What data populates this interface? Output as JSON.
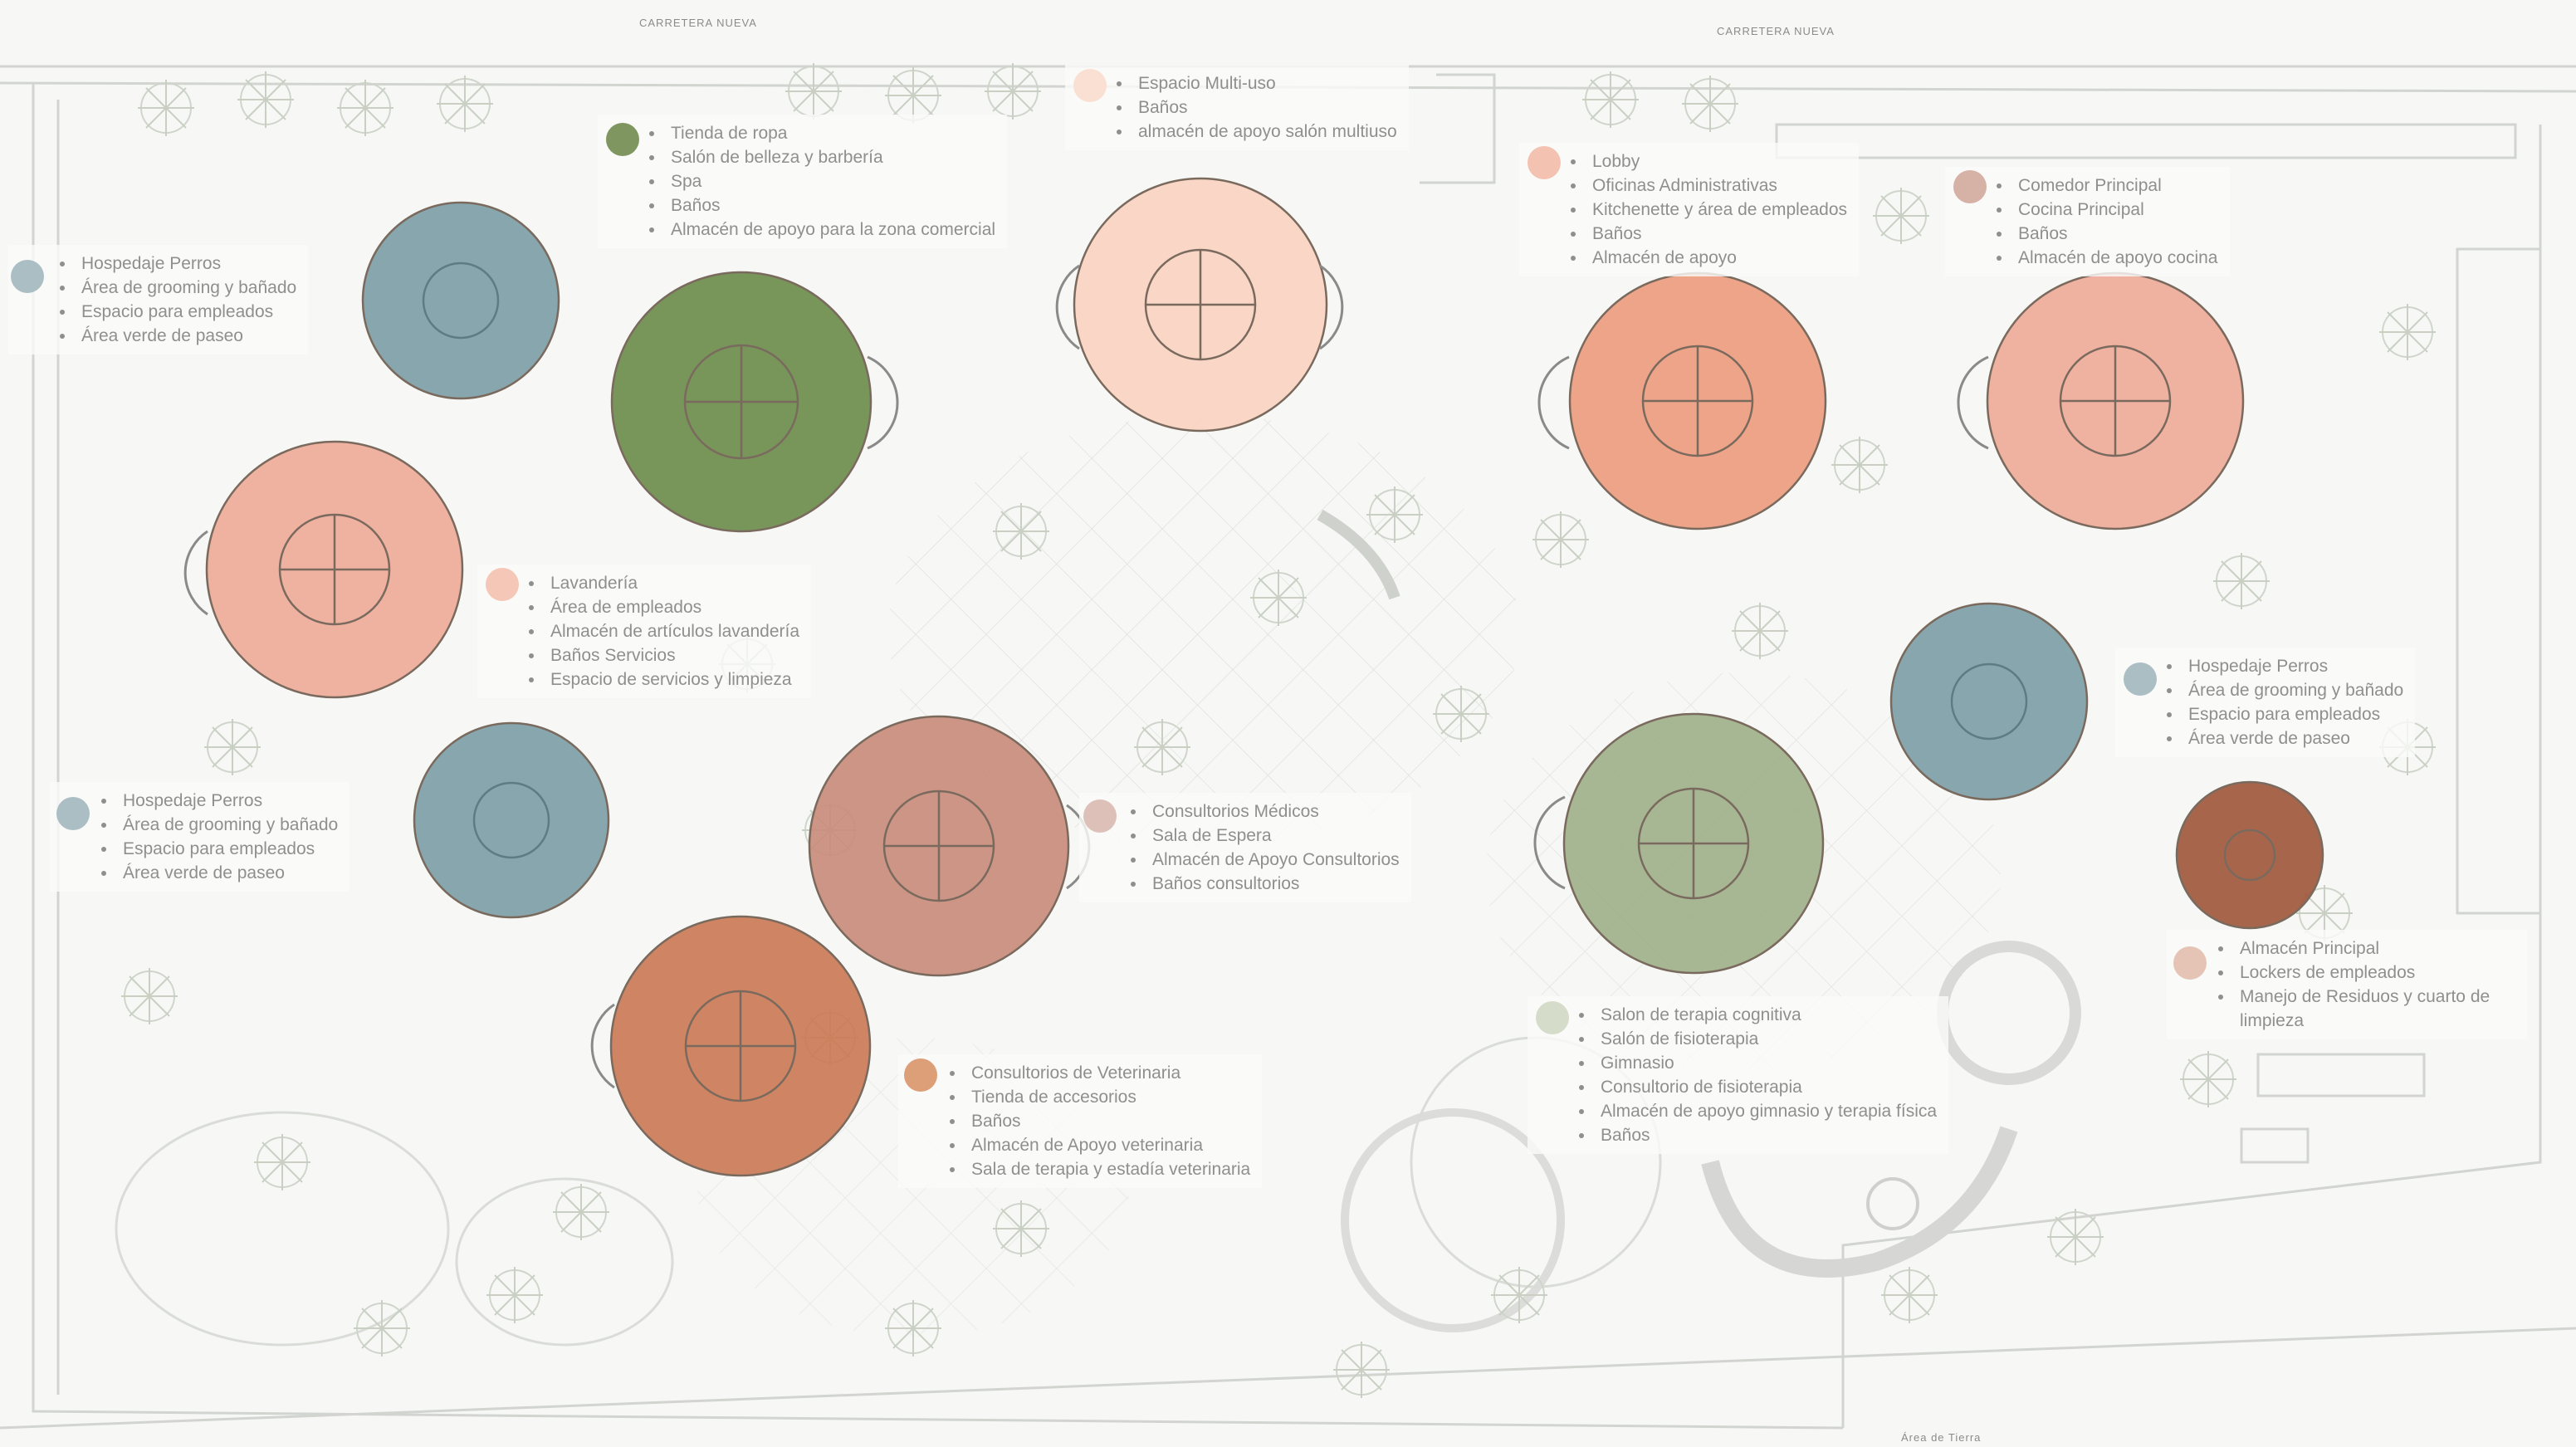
{
  "roads": {
    "top_left": "CARRETERA NUEVA",
    "top_right": "CARRETERA NUEVA",
    "bottom": "Área de Tierra"
  },
  "colors": {
    "blue": "#7e9ea6",
    "green": "#6d8c4c",
    "sage": "#9fb08a",
    "peach": "#f8d3c0",
    "salmon": "#ec9c7e",
    "pink": "#eeaa98",
    "rose": "#c98c7b",
    "terracotta": "#cb7a56",
    "brown": "#a0583d"
  },
  "zones": {
    "dog_lodging_1": [
      "Hospedaje Perros",
      "Área de grooming y bañado",
      "Espacio para empleados",
      "Área verde de paseo"
    ],
    "commercial": [
      "Tienda de ropa",
      "Salón de belleza y barbería",
      "Spa",
      "Baños",
      "Almacén de apoyo para la zona comercial"
    ],
    "multipurpose": [
      "Espacio Multi-uso",
      "Baños",
      "almacén de apoyo salón multiuso"
    ],
    "administration": [
      "Lobby",
      "Oficinas Administrativas",
      "Kitchenette y área de empleados",
      "Baños",
      "Almacén de apoyo"
    ],
    "dining": [
      "Comedor Principal",
      "Cocina Principal",
      "Baños",
      "Almacén de apoyo cocina"
    ],
    "laundry": [
      "Lavandería",
      "Área de empleados",
      "Almacén de artículos lavandería",
      "Baños Servicios",
      "Espacio de servicios y limpieza"
    ],
    "dog_lodging_2": [
      "Hospedaje Perros",
      "Área de grooming y bañado",
      "Espacio para empleados",
      "Área verde de paseo"
    ],
    "dog_lodging_3": [
      "Hospedaje Perros",
      "Área de grooming y bañado",
      "Espacio para empleados",
      "Área verde de paseo"
    ],
    "medical": [
      "Consultorios Médicos",
      "Sala de Espera",
      "Almacén de Apoyo Consultorios",
      "Baños consultorios"
    ],
    "veterinary": [
      "Consultorios de Veterinaria",
      "Tienda de accesorios",
      "Baños",
      "Almacén de Apoyo veterinaria",
      "Sala de terapia y estadía veterinaria"
    ],
    "therapy": [
      "Salon de terapia cognitiva",
      "Salón de fisioterapia",
      "Gimnasio",
      "Consultorio de fisioterapia",
      "Almacén de apoyo gimnasio y terapia física",
      "Baños"
    ],
    "warehouse": [
      "Almacén Principal",
      "Lockers de empleados",
      "Manejo de Residuos y cuarto de limpieza"
    ]
  }
}
